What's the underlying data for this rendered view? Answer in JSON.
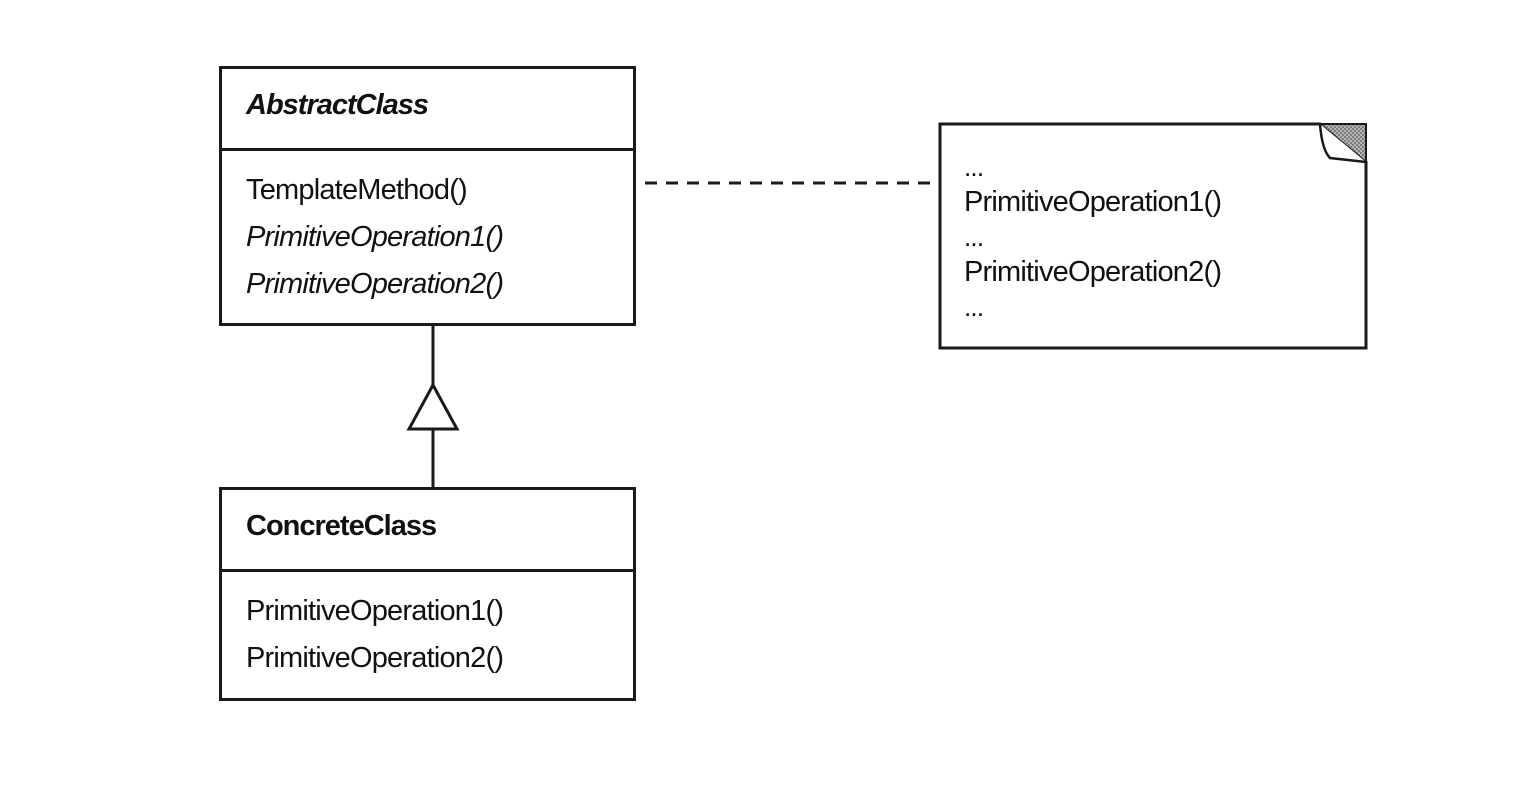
{
  "abstract_class": {
    "name": "AbstractClass",
    "operations": [
      {
        "label": "TemplateMethod()",
        "abstract": false
      },
      {
        "label": "PrimitiveOperation1()",
        "abstract": true
      },
      {
        "label": "PrimitiveOperation2()",
        "abstract": true
      }
    ]
  },
  "concrete_class": {
    "name": "ConcreteClass",
    "operations": [
      {
        "label": "PrimitiveOperation1()"
      },
      {
        "label": "PrimitiveOperation2()"
      }
    ]
  },
  "note": {
    "lines": [
      "...",
      "PrimitiveOperation1()",
      "...",
      "PrimitiveOperation2()",
      "..."
    ]
  },
  "relationships": [
    {
      "type": "inheritance",
      "from": "ConcreteClass",
      "to": "AbstractClass"
    },
    {
      "type": "note-link",
      "from": "TemplateMethod()",
      "to": "note"
    }
  ],
  "colors": {
    "line": "#1a1a1a",
    "note_corner": "#9a9a9a"
  }
}
